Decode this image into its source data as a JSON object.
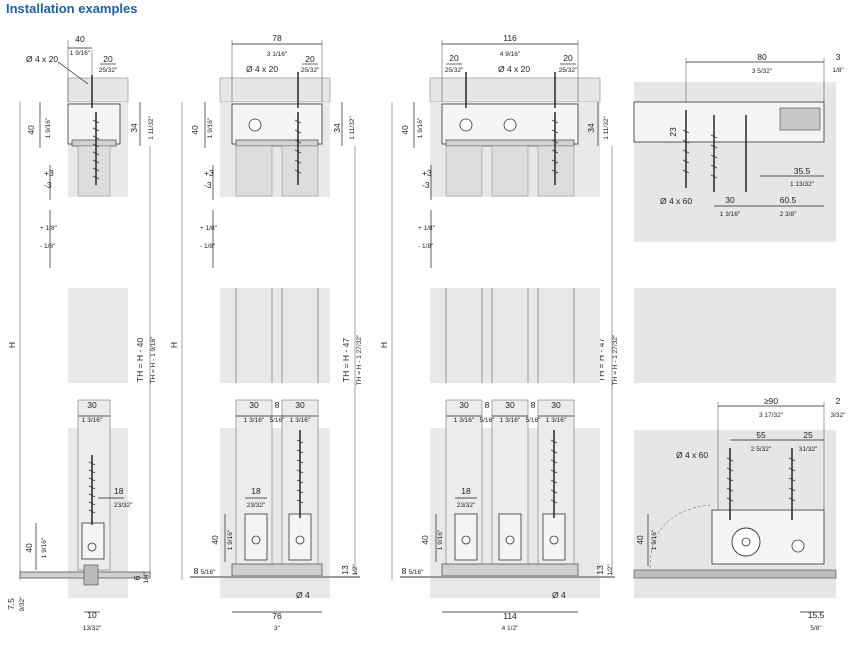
{
  "title": "Installation examples",
  "labels": {
    "screw_4x20": "Ø 4 x 20",
    "screw_4x60": "Ø 4 x 60",
    "dia_4": "Ø 4",
    "height_h": "H",
    "th_40": "TH = H - 40",
    "th_40_inch": "TH = H - 1 9/16\"",
    "th_47": "TH = H - 47",
    "th_47_inch": "TH = H - 1 27/32\"",
    "plus3": "+3",
    "minus3": "-3",
    "plus_eighth": "+ 1/8\"",
    "minus_eighth": "- 1/8\""
  },
  "dims": {
    "d40": "40",
    "d40_in": "1 9/16\"",
    "d20": "20",
    "d20_in": "25/32\"",
    "d34": "34",
    "d34_in": "1 11/32\"",
    "d78": "78",
    "d78_in": "3 1/16\"",
    "d116": "116",
    "d116_in": "4 9/16\"",
    "d80": "80",
    "d80_in": "3 5/32\"",
    "d3": "3",
    "d3_in": "1/8\"",
    "d23": "23",
    "d35_5": "35.5",
    "d35_5_in": "1 13/32\"",
    "d60_5": "60.5",
    "d60_5_in": "2 3/8\"",
    "d30": "30",
    "d30_in": "1 3/16\"",
    "d8": "8",
    "d8_in": "5/16\"",
    "d18": "18",
    "d18_in": "23/32\"",
    "d6": "6",
    "d6_in": "1/4\"",
    "d7_5": "7.5",
    "d7_5_in": "9/32\"",
    "d10": "10",
    "d10_in": "13/32\"",
    "d76": "76",
    "d76_in": "3\"",
    "d114": "114",
    "d114_in": "4 1/2\"",
    "d13": "13",
    "d13_in": "1/2\"",
    "d90": "≥90",
    "d90_in": "3 17/32\"",
    "d2": "2",
    "d2_in": "3/32\"",
    "d55": "55",
    "d55_in": "2 5/32\"",
    "d25": "25",
    "d25_in": "31/32\"",
    "d15_5": "15.5",
    "d15_5_in": "5/8\""
  }
}
